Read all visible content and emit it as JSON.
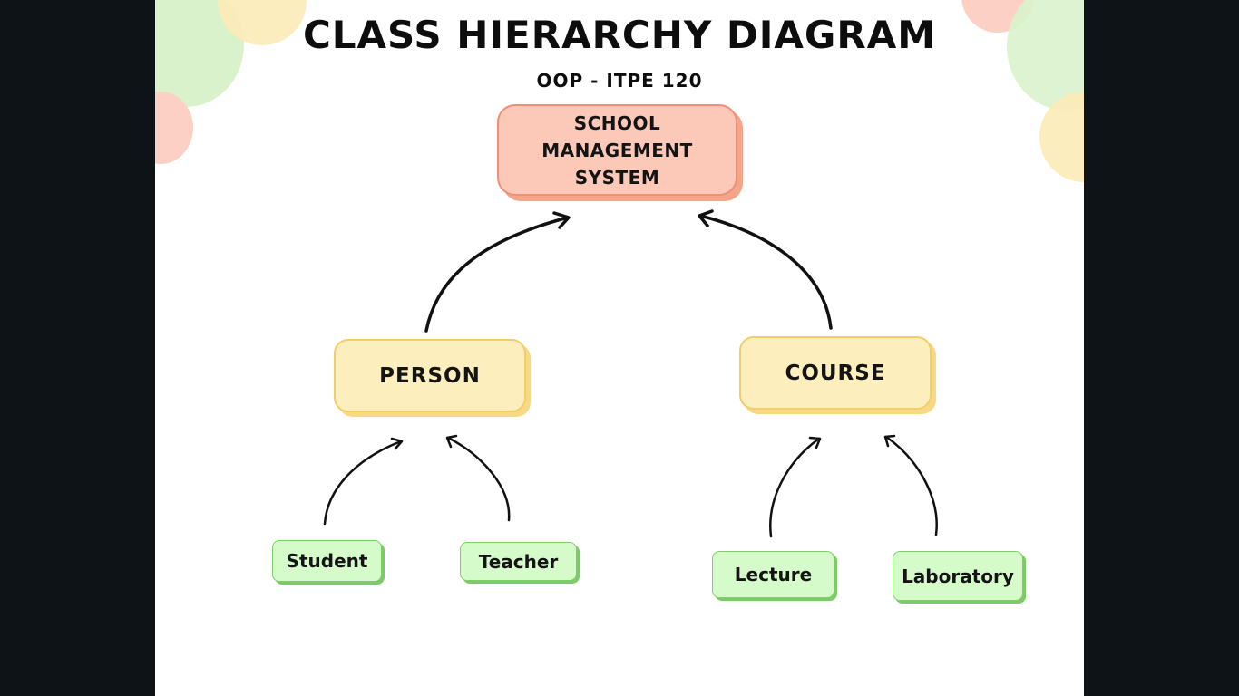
{
  "title": "CLASS HIERARCHY DIAGRAM",
  "subtitle": "OOP - ITPE 120",
  "nodes": {
    "root": {
      "label": "SCHOOL\nMANAGEMENT\nSYSTEM"
    },
    "person": {
      "label": "PERSON"
    },
    "course": {
      "label": "COURSE"
    },
    "student": {
      "label": "Student"
    },
    "teacher": {
      "label": "Teacher"
    },
    "lecture": {
      "label": "Lecture"
    },
    "laboratory": {
      "label": "Laboratory"
    }
  },
  "hierarchy": [
    {
      "child": "person",
      "parent": "root"
    },
    {
      "child": "course",
      "parent": "root"
    },
    {
      "child": "student",
      "parent": "person"
    },
    {
      "child": "teacher",
      "parent": "person"
    },
    {
      "child": "lecture",
      "parent": "course"
    },
    {
      "child": "laboratory",
      "parent": "course"
    }
  ],
  "colors": {
    "root_fill": "#fcc8b8",
    "mid_fill": "#fdefbd",
    "leaf_fill": "#d6fbcb",
    "arrow": "#111111",
    "background": "#ffffff"
  }
}
